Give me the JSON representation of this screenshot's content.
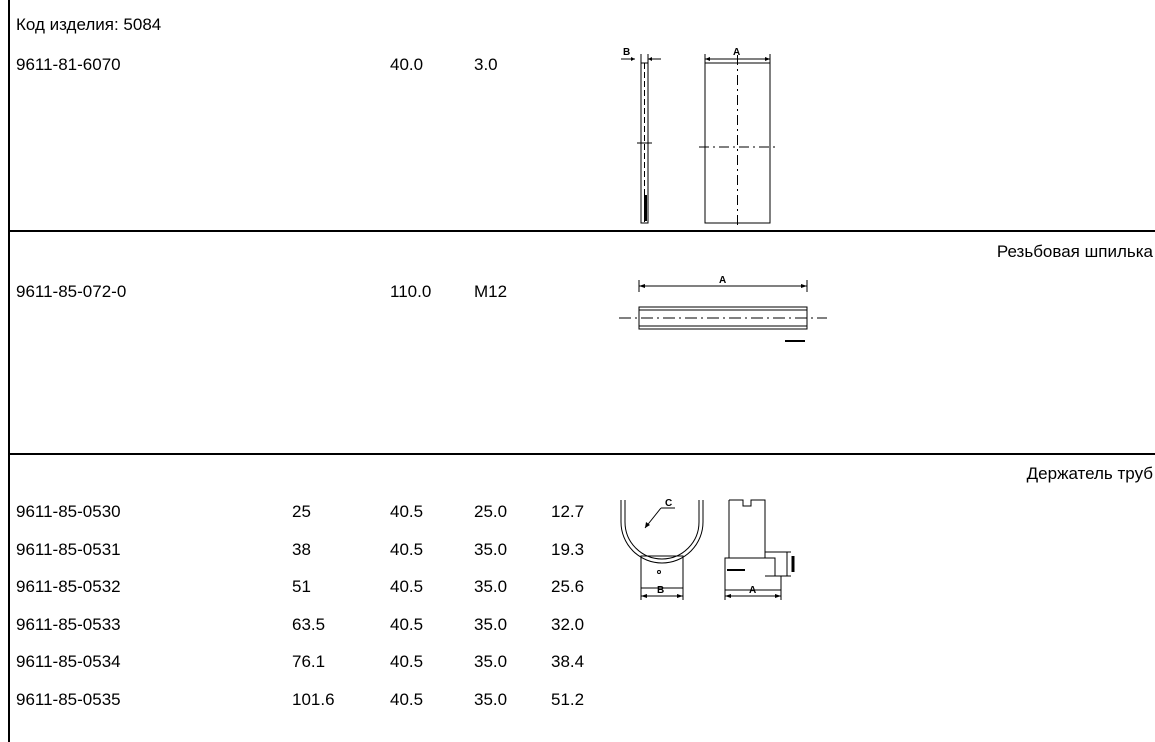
{
  "product_code": "Код изделия: 5084",
  "section1": {
    "part": "9611-81-6070",
    "a": "40.0",
    "b": "3.0",
    "drawing": {
      "label_b": "B",
      "label_a": "A"
    }
  },
  "section2": {
    "title": "Резьбовая шпилька",
    "part": "9611-85-072-0",
    "a": "110.0",
    "thread": "M12",
    "drawing": {
      "label_a": "A"
    }
  },
  "section3": {
    "title": "Держатель труб",
    "rows": [
      {
        "part": "9611-85-0530",
        "d": "25",
        "a": "40.5",
        "b": "25.0",
        "c": "12.7"
      },
      {
        "part": "9611-85-0531",
        "d": "38",
        "a": "40.5",
        "b": "35.0",
        "c": "19.3"
      },
      {
        "part": "9611-85-0532",
        "d": "51",
        "a": "40.5",
        "b": "35.0",
        "c": "25.6"
      },
      {
        "part": "9611-85-0533",
        "d": "63.5",
        "a": "40.5",
        "b": "35.0",
        "c": "32.0"
      },
      {
        "part": "9611-85-0534",
        "d": "76.1",
        "a": "40.5",
        "b": "35.0",
        "c": "38.4"
      },
      {
        "part": "9611-85-0535",
        "d": "101.6",
        "a": "40.5",
        "b": "35.0",
        "c": "51.2"
      }
    ],
    "drawing": {
      "label_c": "C",
      "label_b": "B",
      "label_a": "A"
    }
  }
}
